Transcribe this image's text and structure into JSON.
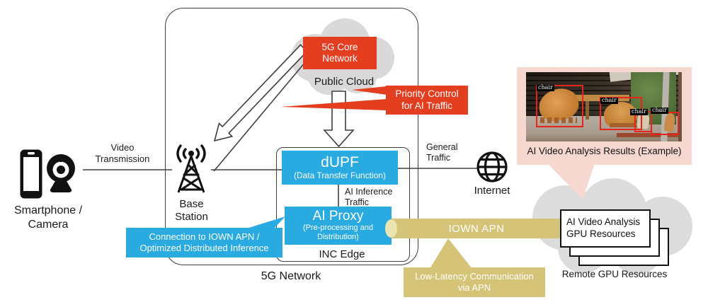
{
  "colors": {
    "accent_blue": "#29abe2",
    "accent_red": "#e33e20",
    "accent_tan": "#d5c377",
    "cloud_gray": "#d9d9d9",
    "panel_pink": "#f6d8d1",
    "detection_red": "#e8251d"
  },
  "nodes": {
    "device": {
      "label": "Smartphone /\nCamera"
    },
    "video_transmission": {
      "label": "Video\nTransmission"
    },
    "base_station": {
      "label": "Base\nStation"
    },
    "five_g_network": {
      "label": "5G Network"
    },
    "five_g_core": {
      "label": "5G Core\nNetwork"
    },
    "public_cloud": {
      "label": "Public Cloud"
    },
    "priority_callout": {
      "label": "Priority Control\nfor AI Traffic"
    },
    "inc_edge": {
      "label": "INC Edge"
    },
    "dupf": {
      "title": "dUPF",
      "subtitle": "(Data Transfer Function)"
    },
    "ai_inference_traffic": {
      "label": "AI Inference\nTraffic"
    },
    "ai_proxy": {
      "title": "AI Proxy",
      "subtitle": "(Pre-processing and\nDistribution)"
    },
    "connection_callout": {
      "label": "Connection to IOWN APN /\nOptimized Distributed Inference"
    },
    "general_traffic": {
      "label": "General\nTraffic"
    },
    "internet": {
      "label": "Internet"
    },
    "iown_apn": {
      "label": "IOWN APN"
    },
    "low_latency_callout": {
      "label": "Low-Latency Communication\nvia APN"
    },
    "results_panel": {
      "caption": "AI Video Analysis Results (Example)",
      "detections": [
        "chair",
        "chair",
        "chair",
        "chair"
      ]
    },
    "gpu_resources": {
      "label": "AI Video Analysis\nGPU Resources"
    },
    "remote_gpu": {
      "label": "Remote GPU Resources"
    }
  }
}
